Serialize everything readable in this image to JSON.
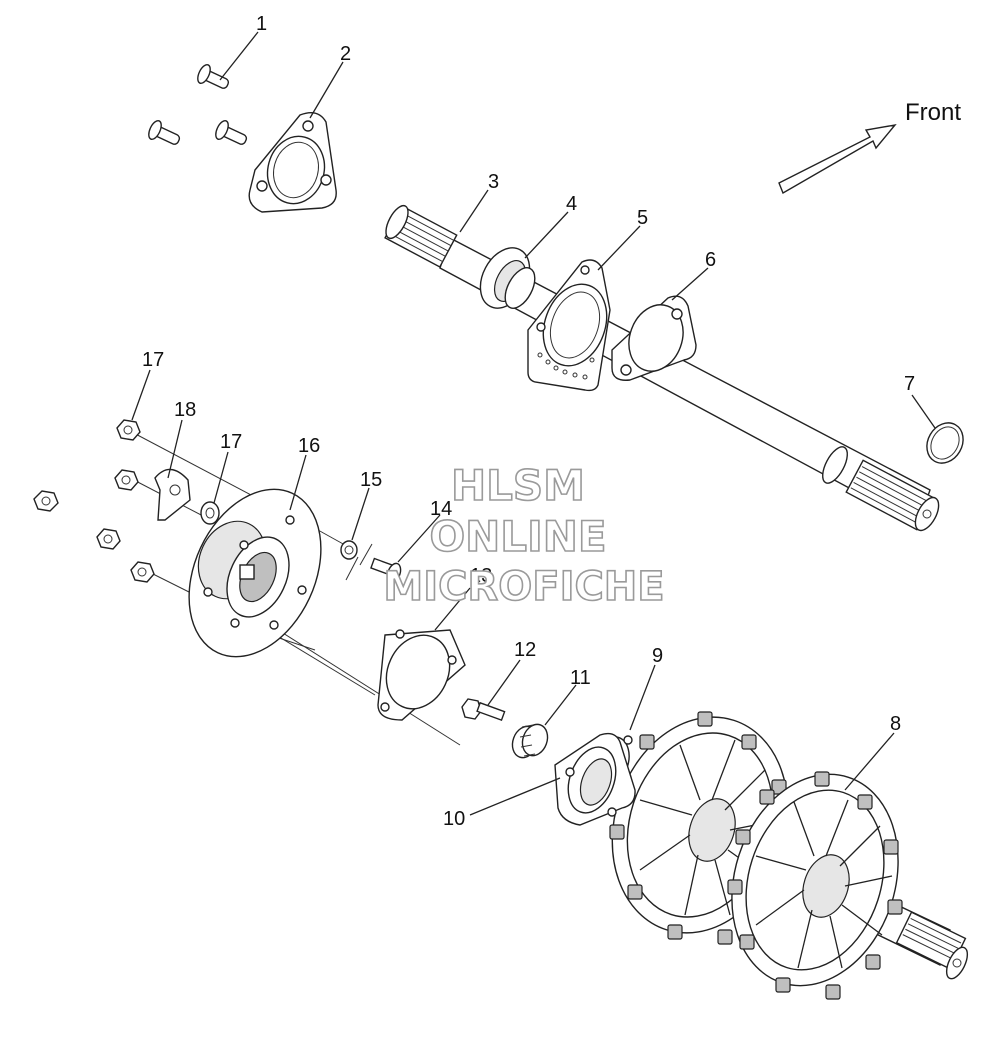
{
  "front_label": "Front",
  "watermark": {
    "line1": "HLSM",
    "line2": "ONLINE",
    "line3": "MICROFICHE"
  },
  "callouts": [
    "1",
    "2",
    "3",
    "4",
    "5",
    "6",
    "7",
    "8",
    "9",
    "10",
    "11",
    "12",
    "13",
    "14",
    "15",
    "16",
    "17",
    "17",
    "18"
  ],
  "colors": {
    "line": "#222222",
    "watermark_outline": "#9a9a9a",
    "background": "#ffffff"
  }
}
